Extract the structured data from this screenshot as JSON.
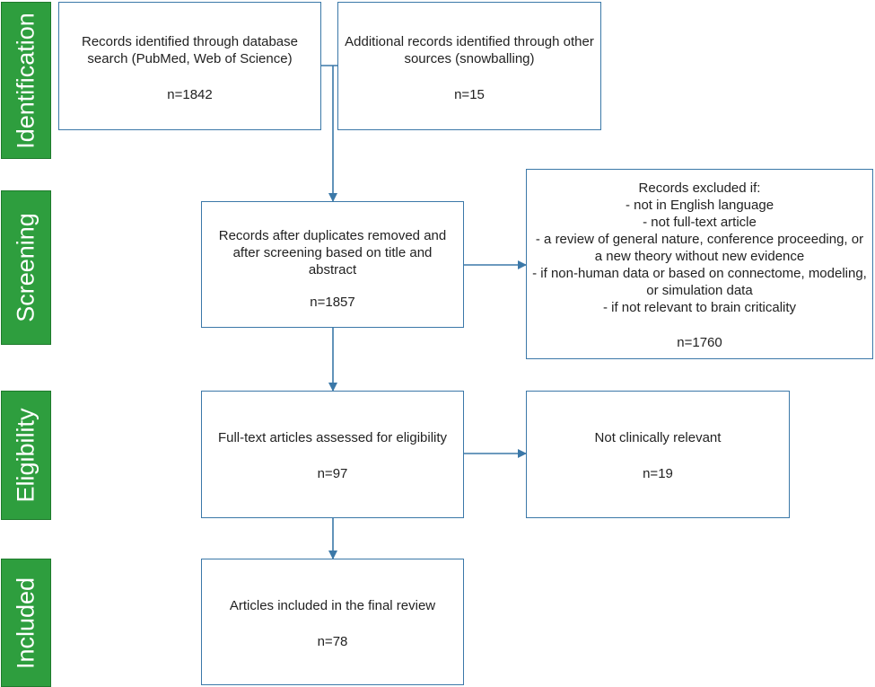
{
  "phases": {
    "identification": "Identification",
    "screening": "Screening",
    "eligibility": "Eligibility",
    "included": "Included"
  },
  "boxes": {
    "database": {
      "text": "Records identified through database search (PubMed, Web of Science)",
      "count": "n=1842"
    },
    "other": {
      "text": "Additional records identified through other sources (snowballing)",
      "count": "n=15"
    },
    "screened": {
      "text": "Records after duplicates removed and after screening based on title and abstract",
      "count": "n=1857"
    },
    "excluded": {
      "title": "Records excluded if:",
      "items": [
        "- not in English language",
        "- not full-text article",
        "- a review of general nature, conference proceeding, or a new theory without new evidence",
        "- if non-human data or based on connectome, modeling, or simulation data",
        "- if not relevant to brain criticality"
      ],
      "count": "n=1760"
    },
    "fulltext": {
      "text": "Full-text articles assessed for eligibility",
      "count": "n=97"
    },
    "not_relevant": {
      "text": "Not clinically relevant",
      "count": "n=19"
    },
    "included": {
      "text": "Articles included in the final review",
      "count": "n=78"
    }
  },
  "colors": {
    "phase_bar": "#2e9e3e",
    "box_border": "#3b78a8",
    "arrow": "#3b78a8"
  }
}
